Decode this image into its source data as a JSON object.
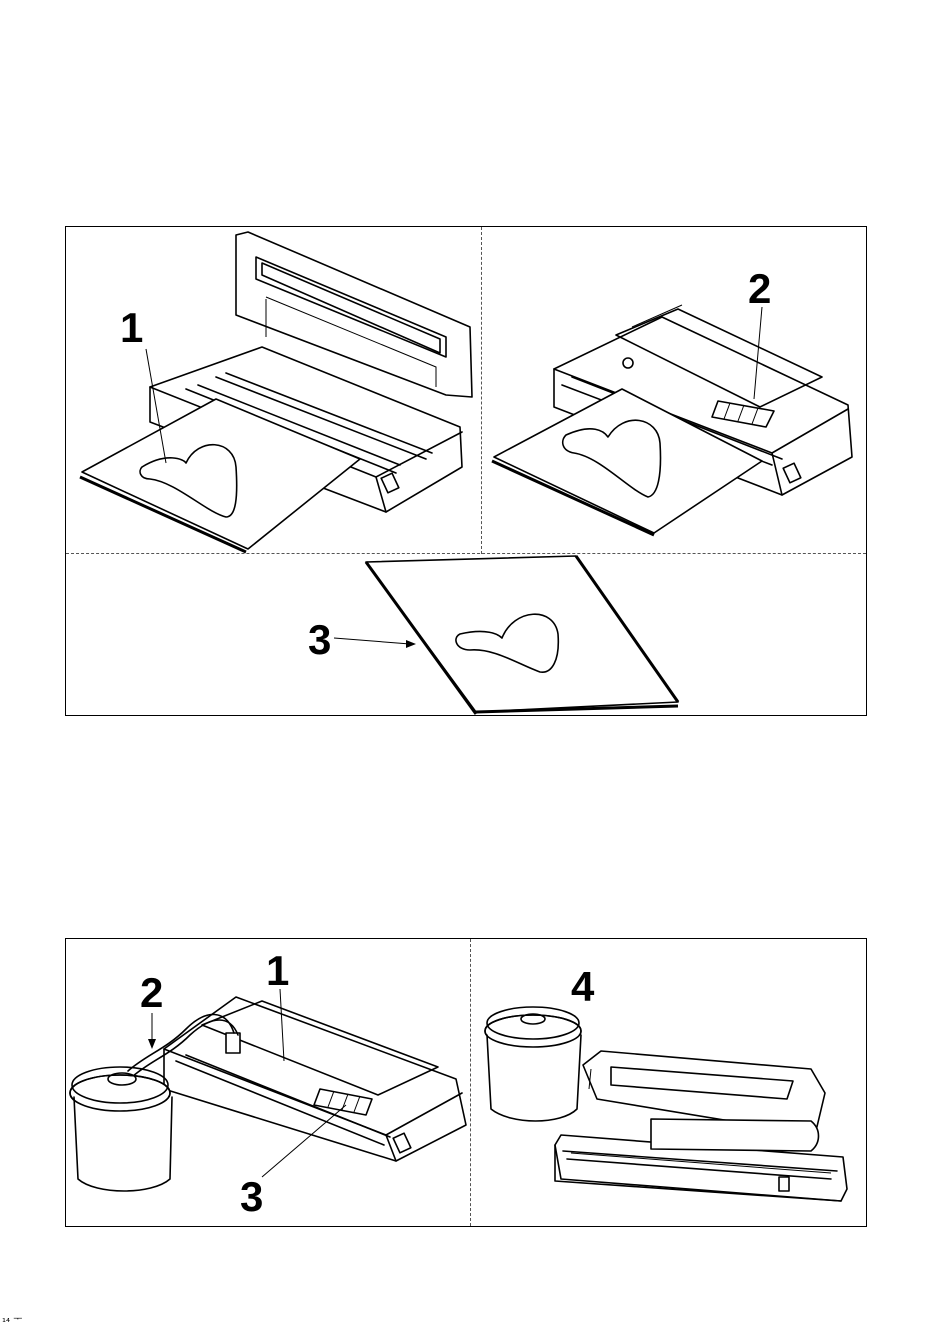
{
  "figure1": {
    "callouts": {
      "c1": "1",
      "c2": "2",
      "c3": "3"
    }
  },
  "figure2": {
    "callouts": {
      "c1": "1",
      "c2": "2",
      "c3": "3",
      "c4": "4"
    }
  },
  "footer": {
    "mark": "₁₄ ᅮ"
  }
}
